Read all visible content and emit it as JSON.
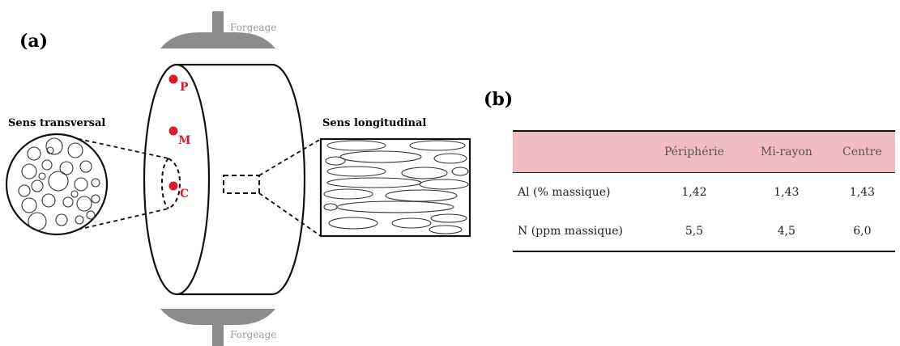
{
  "panel_a": {
    "label": "(a)",
    "forge_top": "Forgeage",
    "forge_bottom": "Forgeage",
    "transverse_title": "Sens transversal",
    "longitudinal_title": "Sens longitudinal",
    "points": [
      {
        "label": "P",
        "color": "#e0192d"
      },
      {
        "label": "M",
        "color": "#e0192d"
      },
      {
        "label": "C",
        "color": "#e0192d"
      }
    ]
  },
  "panel_b": {
    "label": "(b)",
    "header": [
      "",
      "Périphérie",
      "Mi-rayon",
      "Centre"
    ],
    "rows": [
      {
        "label": "Al (% massique)",
        "values": [
          "1,42",
          "1,43",
          "1,43"
        ]
      },
      {
        "label": "N (ppm massique)",
        "values": [
          "5,5",
          "4,5",
          "6,0"
        ]
      }
    ],
    "header_color": "#f2bcc4"
  }
}
